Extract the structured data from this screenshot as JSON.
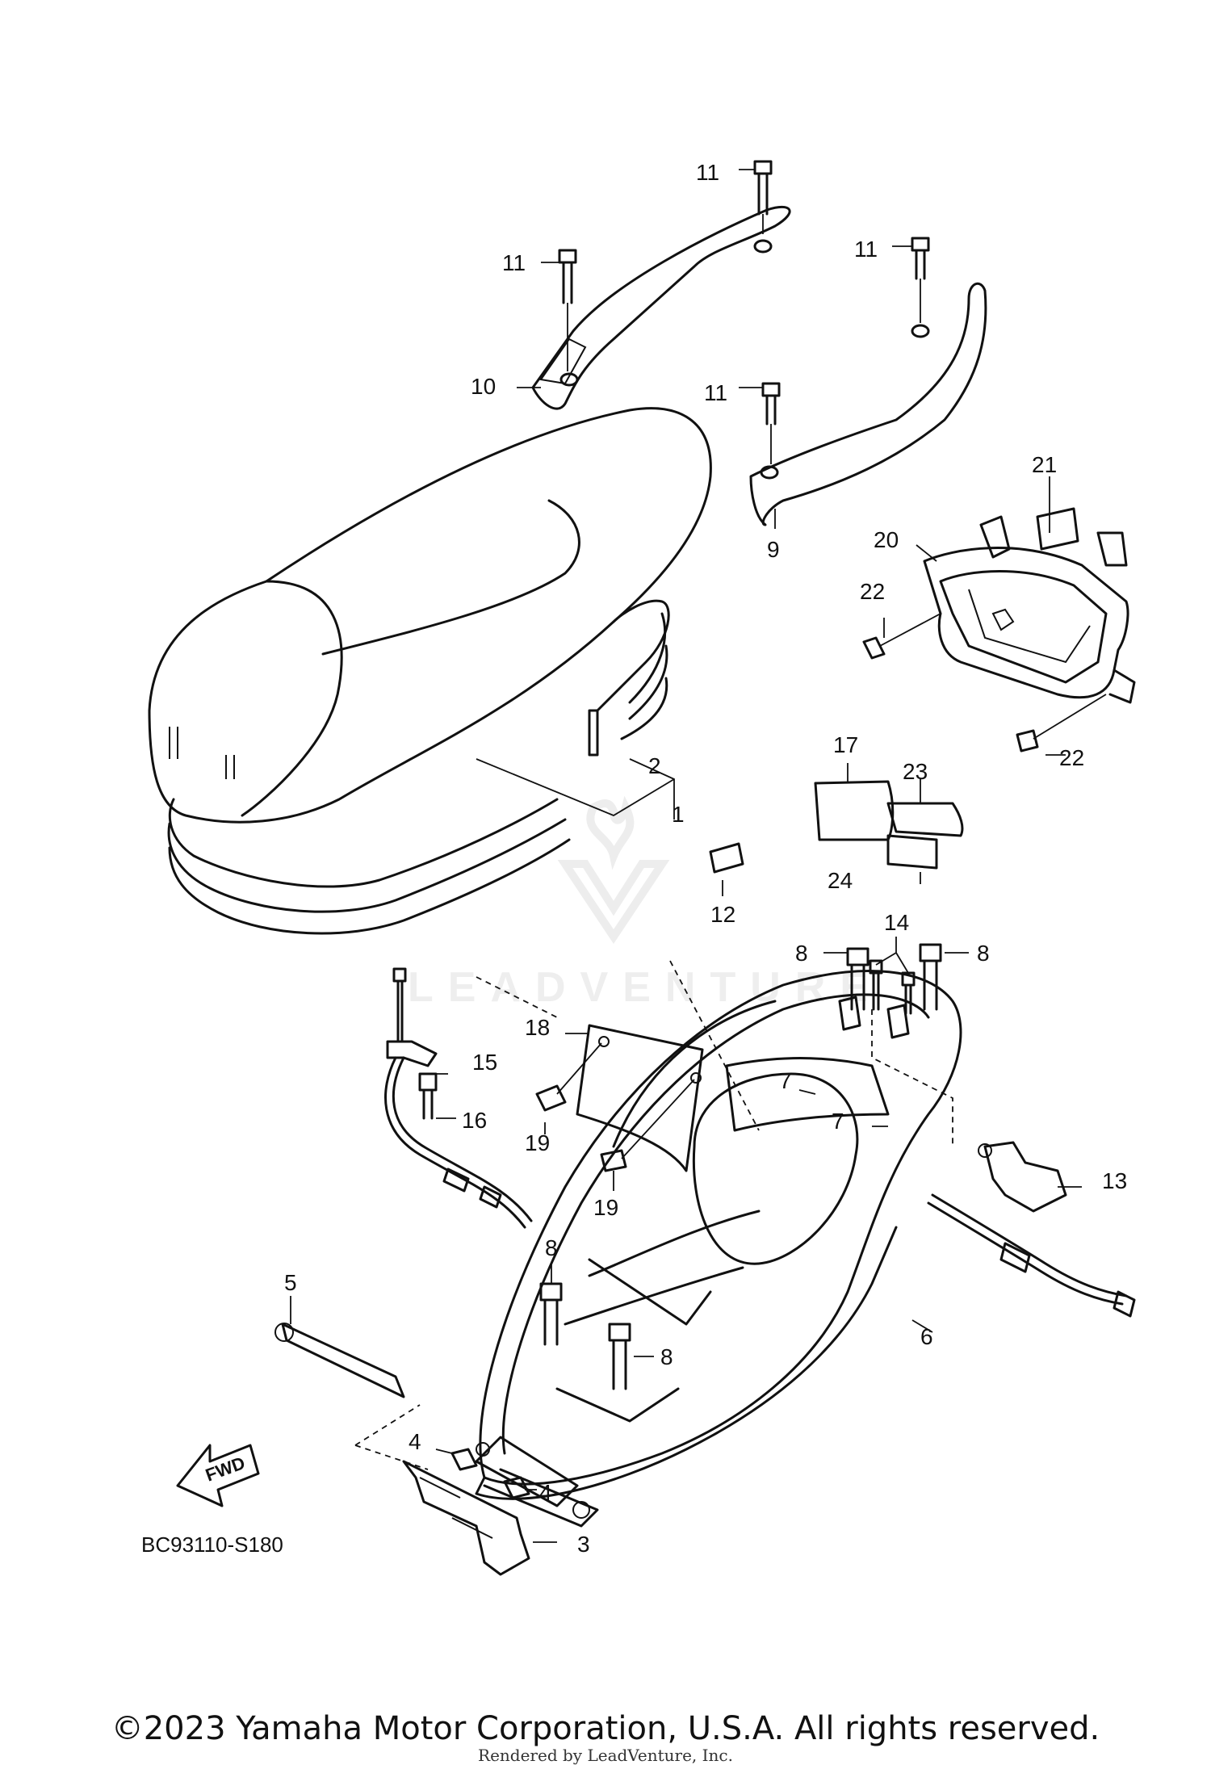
{
  "diagram_code": "BC93110-S180",
  "direction_badge": "FWD",
  "watermark": "LEADVENTURE",
  "copyright": "©2023 Yamaha Motor Corporation, U.S.A. All rights reserved.",
  "rendered_by": "Rendered by LeadVenture, Inc.",
  "callouts": [
    "1",
    "2",
    "3",
    "4",
    "5",
    "6",
    "7",
    "8",
    "9",
    "10",
    "11",
    "12",
    "13",
    "14",
    "15",
    "16",
    "17",
    "18",
    "19",
    "20",
    "21",
    "22",
    "23",
    "24"
  ]
}
